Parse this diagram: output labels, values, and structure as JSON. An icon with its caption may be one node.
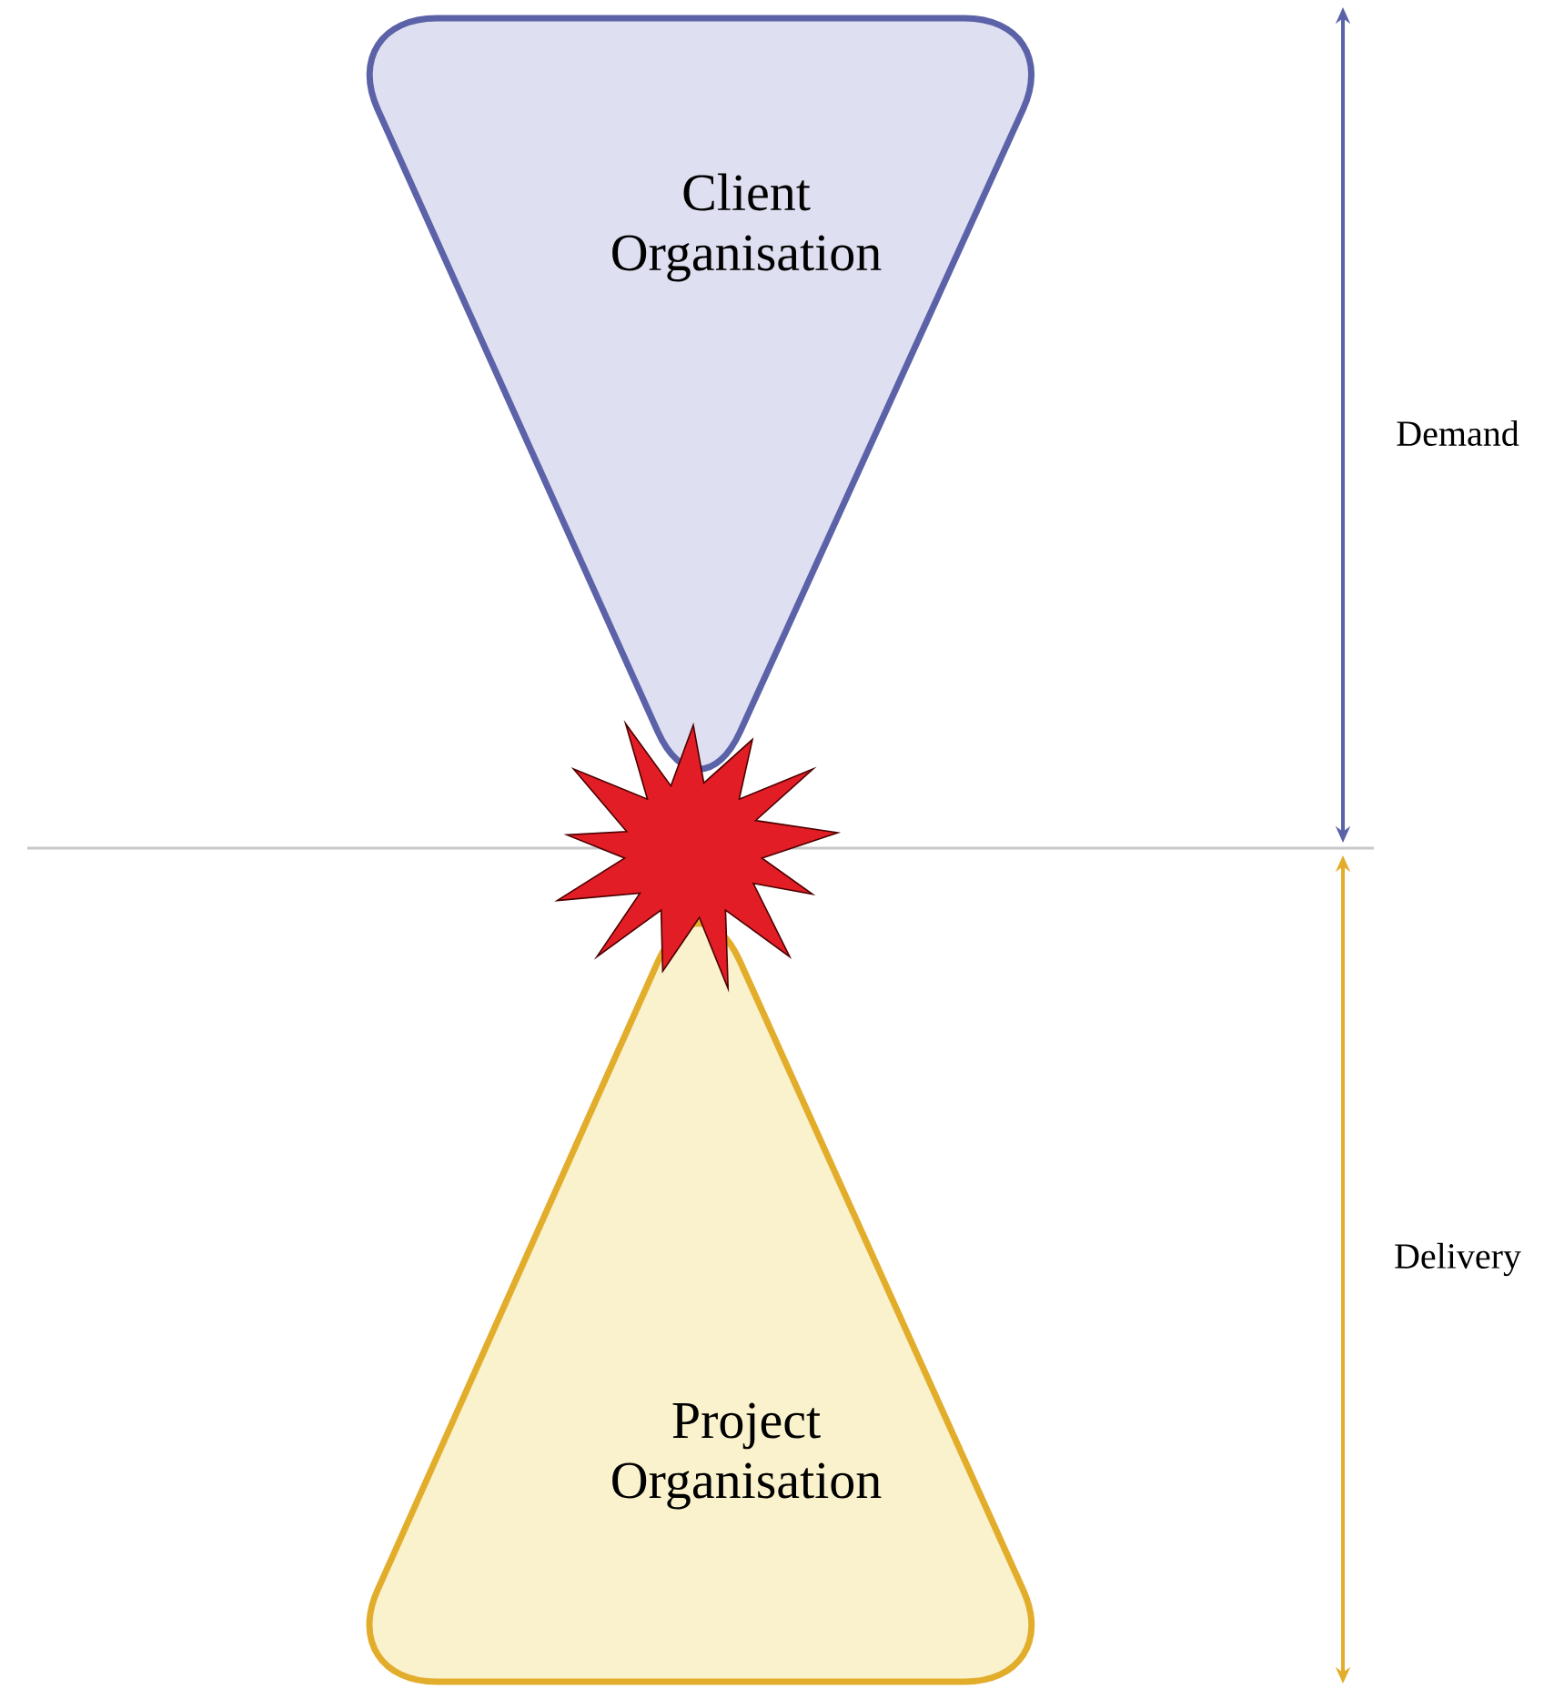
{
  "diagram": {
    "nodes": [
      {
        "text": [
          "Client Organisation"
        ]
      },
      {
        "text": [
          "Project Organisation"
        ]
      }
    ],
    "labels": [
      "Demand",
      "Delivery"
    ]
  }
}
